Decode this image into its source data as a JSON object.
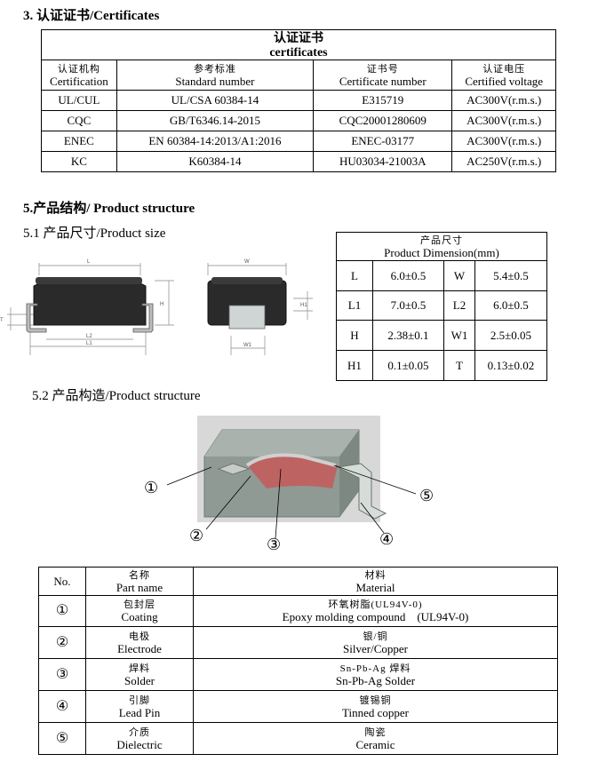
{
  "section3": {
    "title": "3. 认证证书/Certificates"
  },
  "cert_table": {
    "title_cn": "认证证书",
    "title_en": "certificates",
    "headers": [
      {
        "cn": "认证机构",
        "en": "Certification"
      },
      {
        "cn": "参考标准",
        "en": "Standard number"
      },
      {
        "cn": "证书号",
        "en": "Certificate number"
      },
      {
        "cn": "认证电压",
        "en": "Certified voltage"
      }
    ],
    "rows": [
      [
        "UL/CUL",
        "UL/CSA 60384-14",
        "E315719",
        "AC300V(r.m.s.)"
      ],
      [
        "CQC",
        "GB/T6346.14-2015",
        "CQC20001280609",
        "AC300V(r.m.s.)"
      ],
      [
        "ENEC",
        "EN 60384-14:2013/A1:2016",
        "ENEC-03177",
        "AC300V(r.m.s.)"
      ],
      [
        "KC",
        "K60384-14",
        "HU03034-21003A",
        "AC250V(r.m.s.)"
      ]
    ]
  },
  "section5": {
    "title": "5.产品结构/ Product structure"
  },
  "section51": {
    "title": "5.1 产品尺寸/Product size"
  },
  "size_drawing": {
    "L": "L",
    "L1": "L1",
    "L2": "L2",
    "H": "H",
    "W": "W",
    "W1": "W1",
    "H1": "H1",
    "T": "T"
  },
  "dim_table": {
    "title_cn": "产品尺寸",
    "title_en": "Product Dimension(mm)",
    "rows": [
      [
        "L",
        "6.0±0.5",
        "W",
        "5.4±0.5"
      ],
      [
        "L1",
        "7.0±0.5",
        "L2",
        "6.0±0.5"
      ],
      [
        "H",
        "2.38±0.1",
        "W1",
        "2.5±0.05"
      ],
      [
        "H1",
        "0.1±0.05",
        "T",
        "0.13±0.02"
      ]
    ]
  },
  "section52": {
    "title": "5.2  产品构造/Product structure"
  },
  "callouts": [
    "①",
    "②",
    "③",
    "④",
    "⑤"
  ],
  "parts_table": {
    "header": {
      "no": "No.",
      "name_cn": "名称",
      "name_en": "Part name",
      "mat_cn": "材料",
      "mat_en": "Material"
    },
    "rows": [
      {
        "no": "①",
        "name_cn": "包封层",
        "name_en": "Coating",
        "mat_cn": "环氧树脂(UL94V-0)",
        "mat_en": "Epoxy molding compound    (UL94V-0)"
      },
      {
        "no": "②",
        "name_cn": "电极",
        "name_en": "Electrode",
        "mat_cn": "银/铜",
        "mat_en": "Silver/Copper"
      },
      {
        "no": "③",
        "name_cn": "焊料",
        "name_en": "Solder",
        "mat_cn": "Sn-Pb-Ag 焊料",
        "mat_en": "Sn-Pb-Ag Solder"
      },
      {
        "no": "④",
        "name_cn": "引脚",
        "name_en": "Lead Pin",
        "mat_cn": "镀锡铜",
        "mat_en": "Tinned copper"
      },
      {
        "no": "⑤",
        "name_cn": "介质",
        "name_en": "Dielectric",
        "mat_cn": "陶瓷",
        "mat_en": "Ceramic"
      }
    ]
  }
}
